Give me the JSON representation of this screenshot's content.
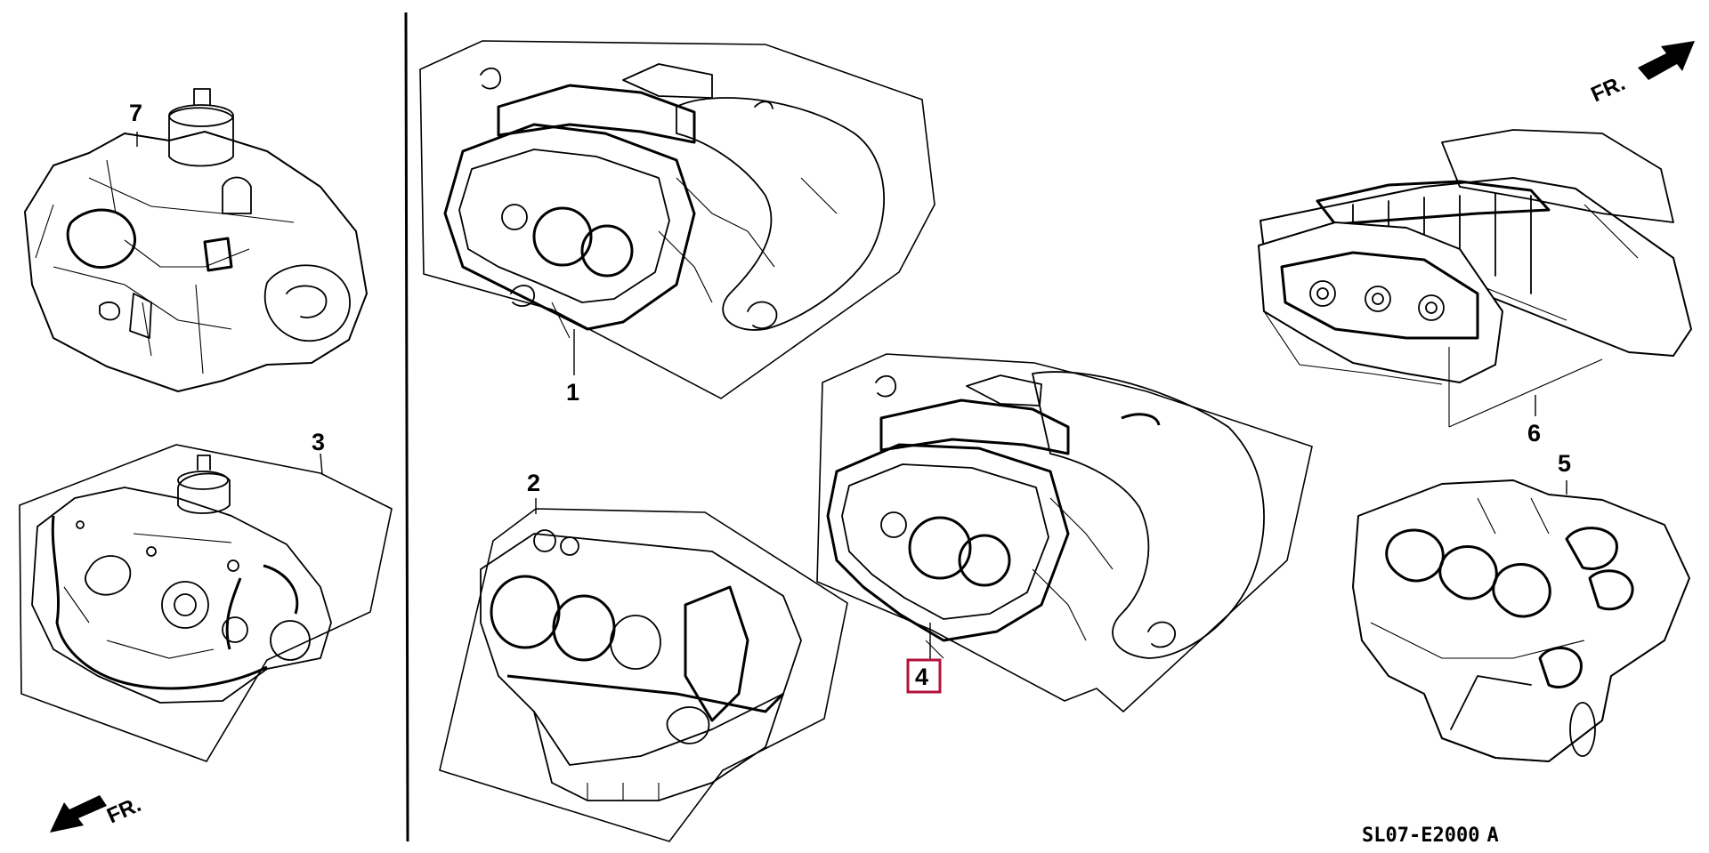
{
  "callouts": {
    "c1": "1",
    "c2": "2",
    "c3": "3",
    "c4": "4",
    "c5": "5",
    "c6": "6",
    "c7": "7"
  },
  "highlighted_callout": "4",
  "fr_labels": {
    "top_right": "FR.",
    "bottom_left": "FR."
  },
  "diagram_code": "SL07-E2000",
  "diagram_rev": "A",
  "colors": {
    "highlight": "#b3123e",
    "ink": "#000000"
  },
  "icons": [
    "arrow-fr-icon"
  ]
}
